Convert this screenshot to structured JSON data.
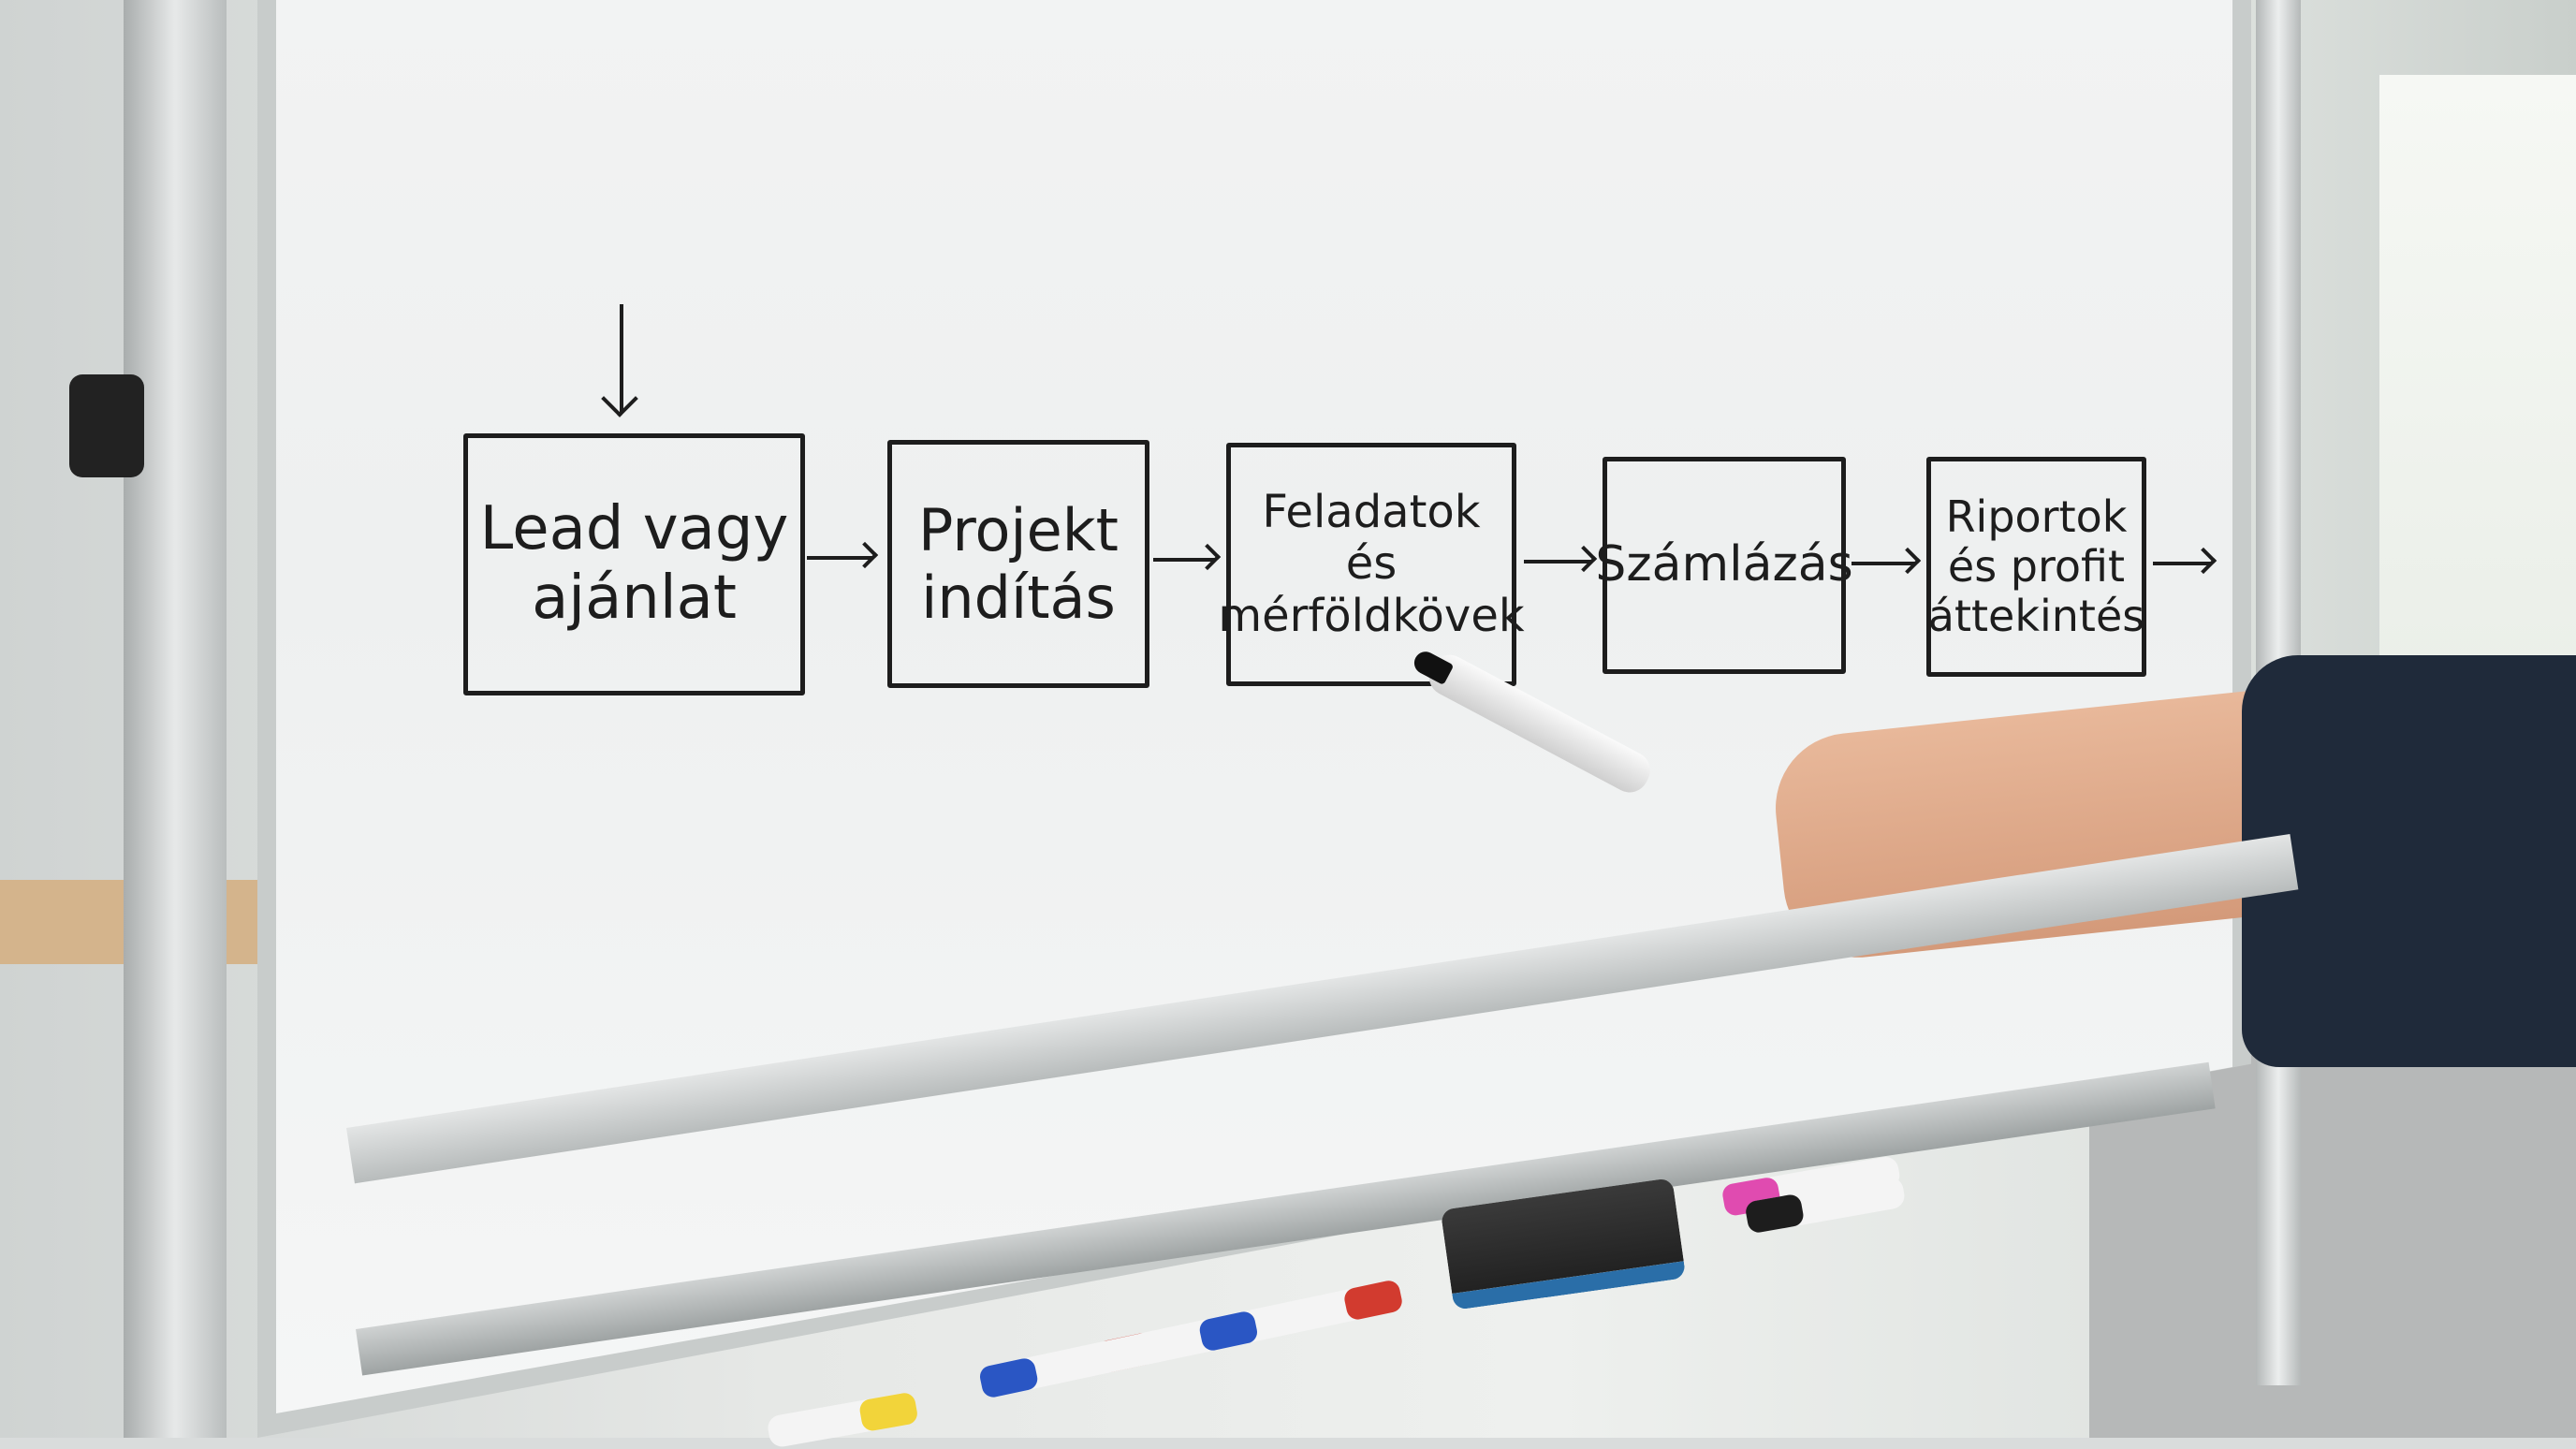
{
  "scene": {
    "type": "whiteboard-photo",
    "description": "Hand pointing a marker at a hand-drawn process flow on a whiteboard"
  },
  "flowchart": {
    "entry_arrow": "down-arrow",
    "steps": [
      {
        "id": "lead",
        "label": "Lead vagy\najánlat"
      },
      {
        "id": "project",
        "label": "Projekt\nindítás"
      },
      {
        "id": "tasks",
        "label": "Feladatok\nés\nmérföldkövek"
      },
      {
        "id": "billing",
        "label": "Számlázás"
      },
      {
        "id": "reports",
        "label": "Riportok\nés profit\náttekintés"
      }
    ],
    "trailing_arrow": "right-arrow"
  },
  "tray_items": {
    "eraser": "whiteboard-eraser",
    "markers": [
      {
        "color": "#d23b2f",
        "name": "red-marker"
      },
      {
        "color": "#2a56c4",
        "name": "blue-marker"
      },
      {
        "color": "#f2d43a",
        "name": "yellow-marker"
      },
      {
        "color": "#e04bb0",
        "name": "pink-marker"
      },
      {
        "color": "#1d1d1d",
        "name": "black-marker"
      }
    ]
  },
  "colors": {
    "ink": "#1d1d1d",
    "board": "#f2f3f3",
    "frame": "#c8cccb",
    "sleeve": "#1f2a3a"
  }
}
